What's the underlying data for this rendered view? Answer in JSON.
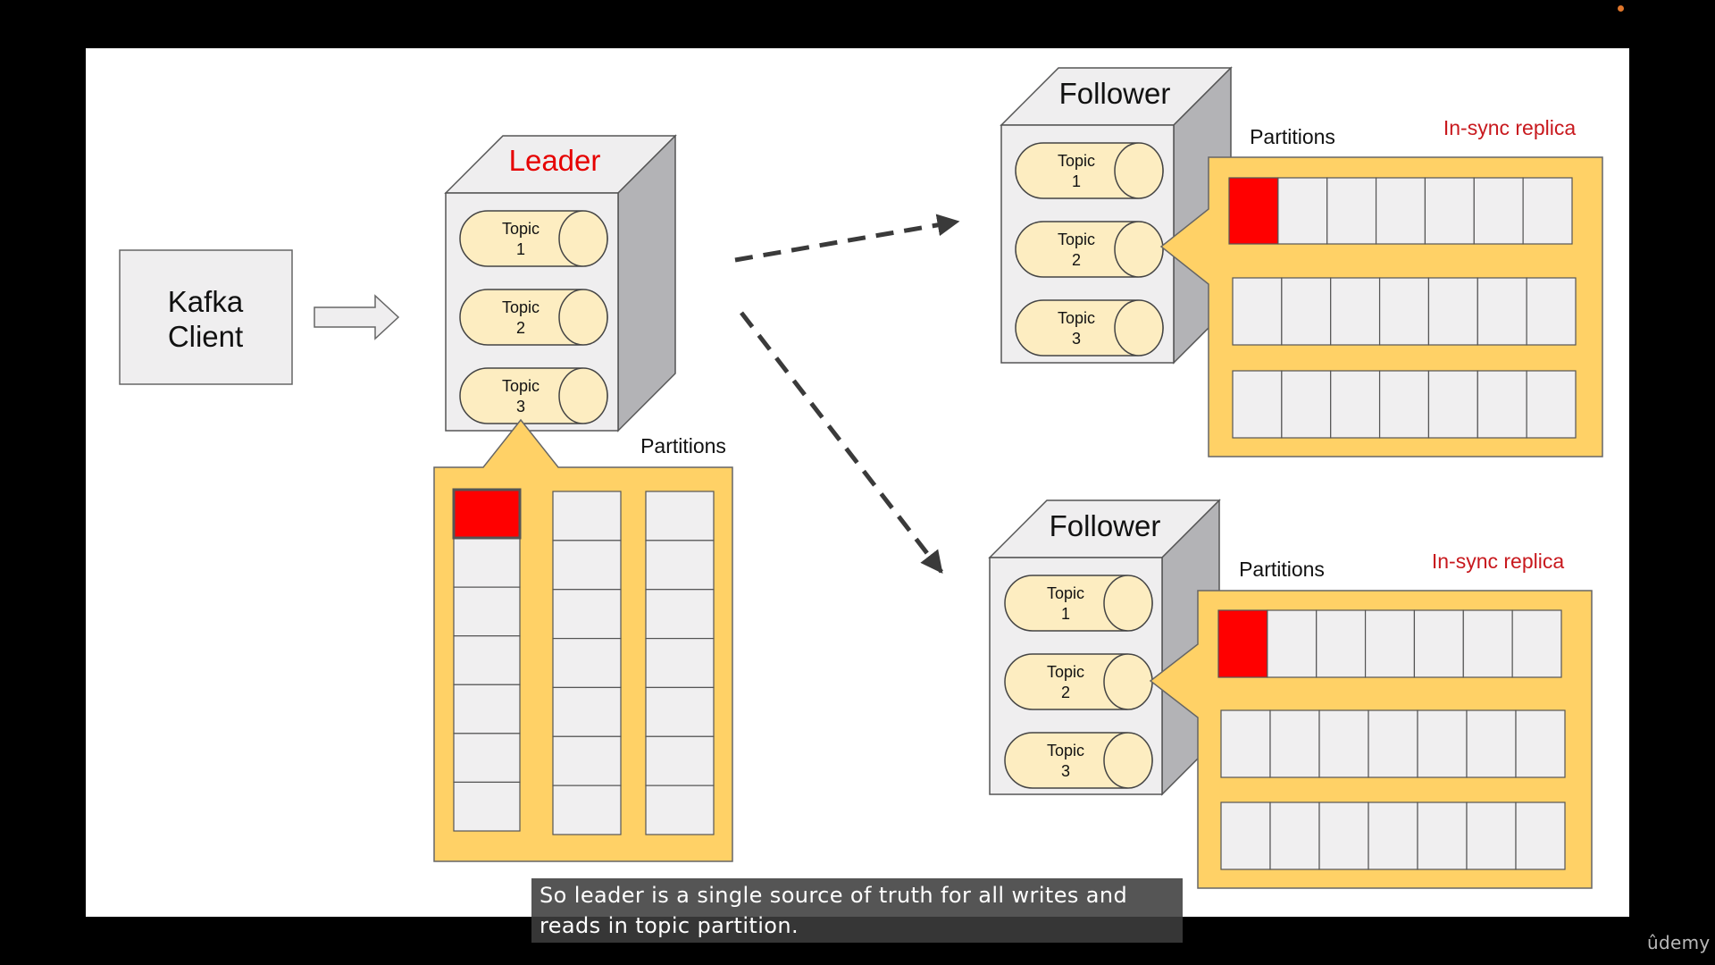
{
  "client": {
    "line1": "Kafka",
    "line2": "Client"
  },
  "leader": {
    "title": "Leader",
    "topics": [
      {
        "word": "Topic",
        "num": "1"
      },
      {
        "word": "Topic",
        "num": "2"
      },
      {
        "word": "Topic",
        "num": "3"
      }
    ],
    "partitions_label": "Partitions"
  },
  "followers": [
    {
      "title": "Follower",
      "topics": [
        {
          "word": "Topic",
          "num": "1"
        },
        {
          "word": "Topic",
          "num": "2"
        },
        {
          "word": "Topic",
          "num": "3"
        }
      ],
      "partitions_label": "Partitions",
      "replica_label": "In-sync replica"
    },
    {
      "title": "Follower",
      "topics": [
        {
          "word": "Topic",
          "num": "1"
        },
        {
          "word": "Topic",
          "num": "2"
        },
        {
          "word": "Topic",
          "num": "3"
        }
      ],
      "partitions_label": "Partitions",
      "replica_label": "In-sync replica"
    }
  ],
  "caption": {
    "line1": "So leader is a single source of truth for all writes and",
    "line2": "reads in topic partition."
  },
  "brand": "ûdemy",
  "colors": {
    "leader_title": "#e60000",
    "replica_label": "#c8191e",
    "panel_fill": "#ffd166",
    "cell_fill": "#f0eff0",
    "highlight_cell": "#ff0000",
    "cylinder_fill": "#fdedc1",
    "box_front": "#efeeef",
    "box_side": "#b3b3b6"
  }
}
